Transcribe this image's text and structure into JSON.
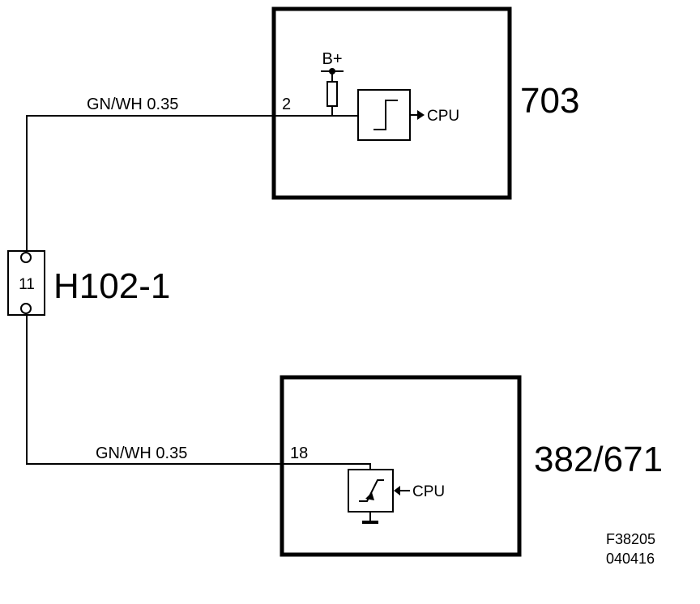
{
  "modules": {
    "top": {
      "id": "703",
      "pin": "2",
      "supply": "B+",
      "output": "CPU"
    },
    "bottom": {
      "id": "382/671",
      "pin": "18",
      "input": "CPU"
    }
  },
  "connector": {
    "name": "H102-1",
    "pin": "11"
  },
  "wires": {
    "upper": "GN/WH 0.35",
    "lower": "GN/WH 0.35"
  },
  "figure_code": {
    "line1": "F38205",
    "line2": "040416"
  }
}
